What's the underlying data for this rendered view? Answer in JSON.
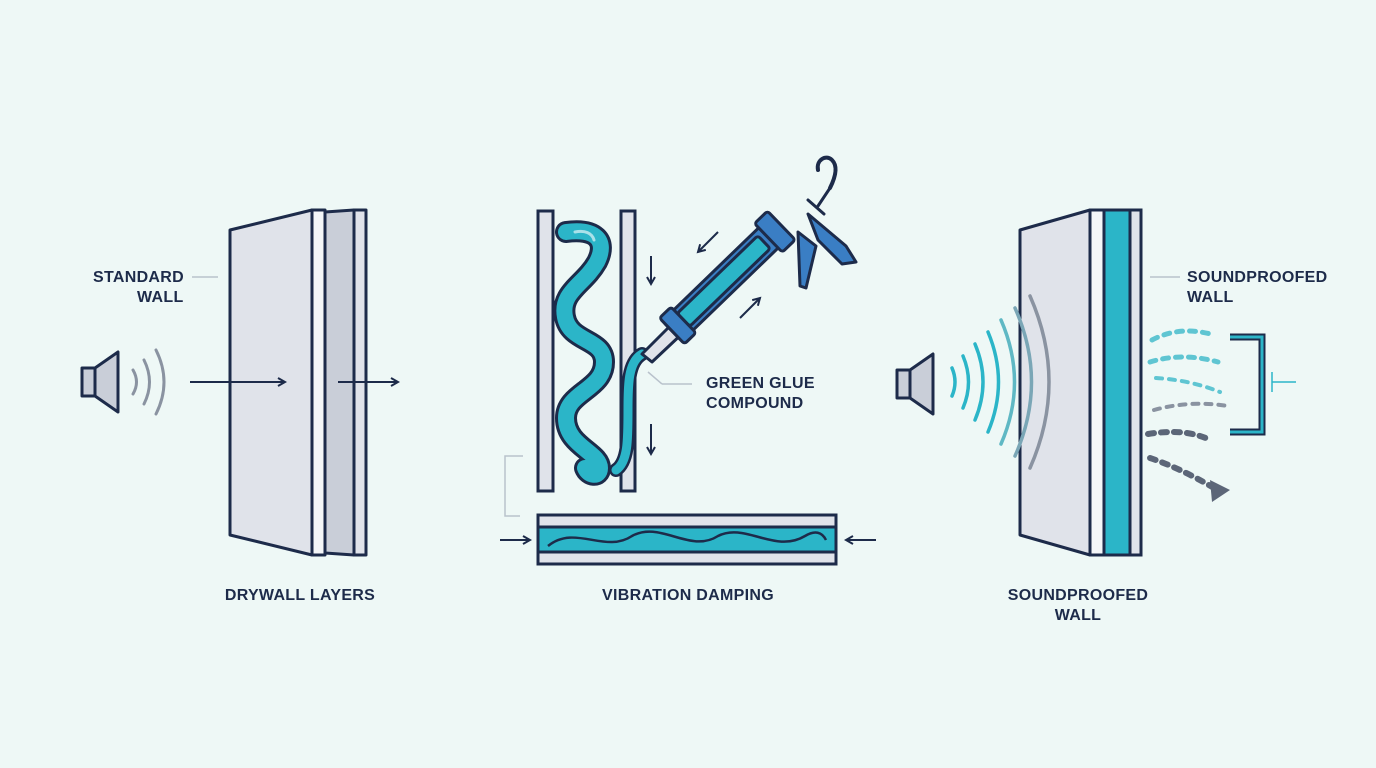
{
  "labels": {
    "standard_wall": [
      "STANDARD",
      "WALL"
    ],
    "drywall_layers": "DRYWALL LAYERS",
    "green_glue": [
      "GREEN GLUE",
      "COMPOUND"
    ],
    "vibration_damping": "VIBRATION DAMPING",
    "soundproofed_wall_top": [
      "SOUNDPROOFED",
      "WALL"
    ],
    "soundproofed_wall_bottom": [
      "SOUNDPROOFED",
      "WALL"
    ]
  },
  "colors": {
    "background": "#eef8f6",
    "outline": "#1d2b4a",
    "panel": "#e0e3ea",
    "panel_side": "#c9ced8",
    "teal": "#2bb5c8",
    "blue": "#3a7ec4",
    "grey_wave": "#8a93a1"
  },
  "icons": [
    "speaker-icon",
    "caulk-gun-icon",
    "arrow-icon",
    "sound-wave-icon",
    "bracket-icon"
  ]
}
